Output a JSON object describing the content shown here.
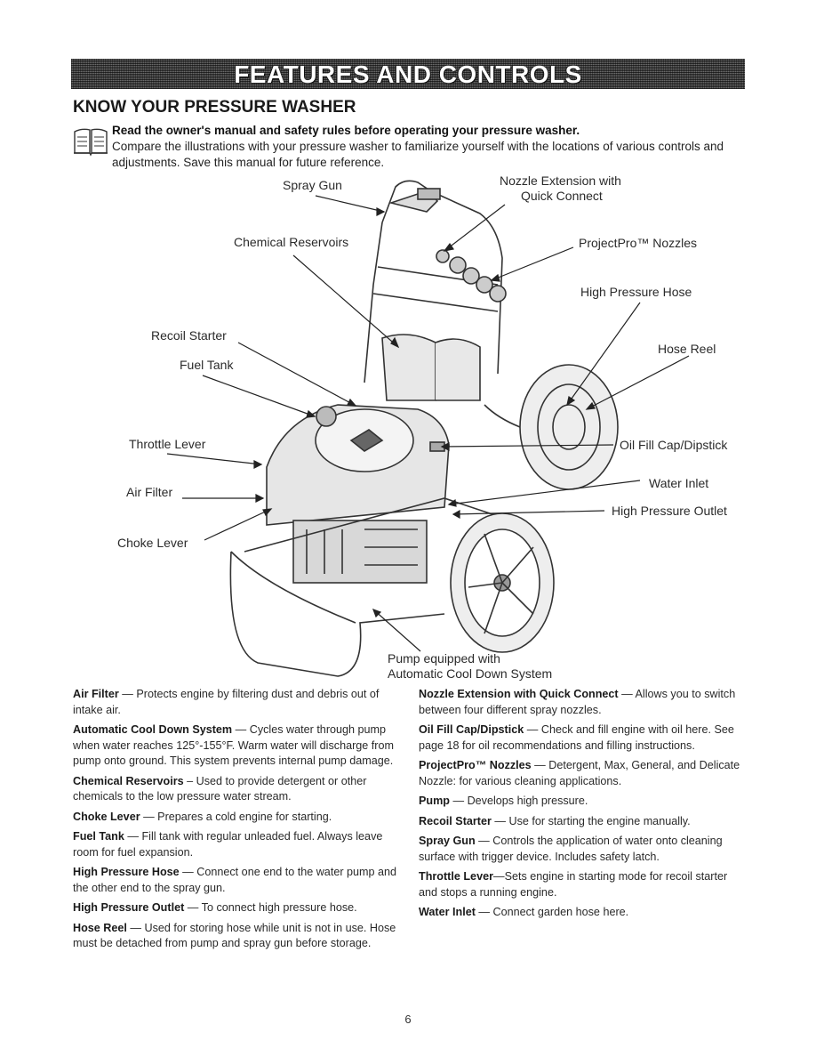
{
  "banner": {
    "title": "FEATURES AND CONTROLS"
  },
  "section": {
    "title": "KNOW YOUR PRESSURE WASHER"
  },
  "intro": {
    "bold": "Read the owner's manual and safety rules before operating your pressure washer.",
    "text": "Compare the illustrations with your pressure washer to familiarize yourself with the locations of various controls and adjustments. Save this manual for future reference."
  },
  "diagram": {
    "labels": {
      "spray_gun": "Spray Gun",
      "nozzle_ext_1": "Nozzle Extension with",
      "nozzle_ext_2": "Quick Connect",
      "chemical_reservoirs": "Chemical Reservoirs",
      "projectpro_nozzles": "ProjectPro™ Nozzles",
      "high_pressure_hose": "High Pressure Hose",
      "recoil_starter": "Recoil Starter",
      "hose_reel": "Hose Reel",
      "fuel_tank": "Fuel Tank",
      "throttle_lever": "Throttle Lever",
      "oil_fill": "Oil Fill Cap/Dipstick",
      "water_inlet": "Water Inlet",
      "air_filter": "Air Filter",
      "high_pressure_outlet": "High Pressure Outlet",
      "choke_lever": "Choke Lever",
      "pump_1": "Pump equipped with",
      "pump_2": "Automatic Cool Down System"
    }
  },
  "left_column": [
    {
      "term": "Air Filter",
      "desc": " — Protects engine by filtering dust and debris out of intake air."
    },
    {
      "term": "Automatic Cool Down System",
      "desc": " — Cycles water through pump when water reaches 125°-155°F. Warm water will discharge from pump onto ground. This system prevents internal pump damage."
    },
    {
      "term": "Chemical Reservoirs",
      "desc": " – Used to provide detergent or other chemicals to the low pressure water stream."
    },
    {
      "term": "Choke Lever",
      "desc": " — Prepares a cold engine for starting."
    },
    {
      "term": "Fuel Tank",
      "desc": " — Fill tank with regular unleaded fuel. Always leave room for fuel expansion."
    },
    {
      "term": "High Pressure Hose",
      "desc": " — Connect one end to the water pump and the other end to the spray gun."
    },
    {
      "term": "High Pressure Outlet",
      "desc": " — To connect high pressure hose."
    },
    {
      "term": "Hose Reel",
      "desc": " — Used for storing hose while unit is not in use. Hose must be detached from pump and spray gun before storage."
    }
  ],
  "right_column": [
    {
      "term": "Nozzle Extension with Quick Connect",
      "desc": " — Allows you to switch between four different spray nozzles."
    },
    {
      "term": "Oil Fill Cap/Dipstick",
      "desc": " — Check and fill engine with oil here. See page 18 for oil recommendations and filling instructions."
    },
    {
      "term": "ProjectPro™ Nozzles",
      "desc": " — Detergent, Max, General, and Delicate Nozzle: for various cleaning applications."
    },
    {
      "term": "Pump",
      "desc": " — Develops high pressure."
    },
    {
      "term": "Recoil Starter",
      "desc": " — Use for starting the engine manually."
    },
    {
      "term": "Spray Gun",
      "desc": " — Controls the application of water onto cleaning surface with trigger device. Includes safety latch."
    },
    {
      "term": "Throttle Lever",
      "desc": "—Sets engine in starting mode for recoil starter and stops a running engine."
    },
    {
      "term": "Water Inlet",
      "desc": " — Connect garden hose here."
    }
  ],
  "footer": {
    "page_number": "6"
  }
}
